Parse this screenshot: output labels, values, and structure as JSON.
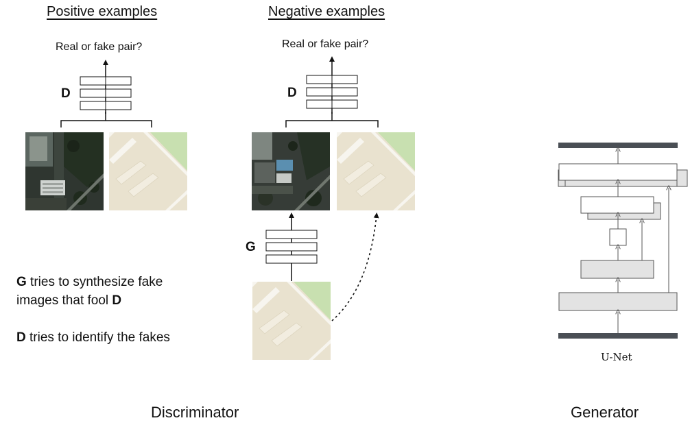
{
  "discriminator": {
    "positive_heading": "Positive examples",
    "negative_heading": "Negative examples",
    "positive_question": "Real or fake pair?",
    "negative_question": "Real or fake pair?",
    "d_label_positive": "D",
    "d_label_negative": "D",
    "g_label": "G",
    "caption": {
      "line1_bold": "G",
      "line1_text": " tries to synthesize fake",
      "line2_text": "images that fool ",
      "line2_bold": "D",
      "line3_bold": "D",
      "line3_text": " tries to identify the fakes"
    },
    "footer": "Discriminator"
  },
  "generator": {
    "unet_label": "U-Net",
    "footer": "Generator"
  },
  "colors": {
    "map_land": "#e9e2cf",
    "map_park": "#c8e0b0",
    "map_road": "#f7f5ef",
    "unet_bar": "#4a4f55",
    "unet_block_fill": "#e3e3e3"
  }
}
